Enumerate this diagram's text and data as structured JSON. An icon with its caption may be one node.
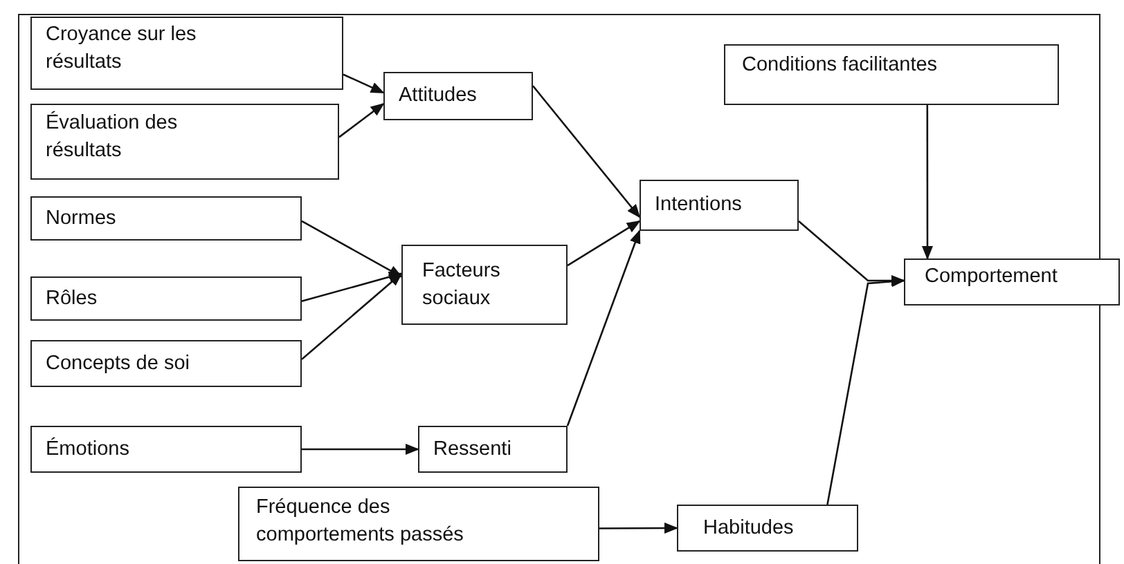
{
  "diagram": {
    "nodes": [
      {
        "text": [
          "Croyance sur les résultats"
        ]
      },
      {
        "text": [
          "Évaluation des résultats"
        ]
      },
      {
        "text": [
          "Attitudes"
        ]
      },
      {
        "text": [
          "Normes"
        ]
      },
      {
        "text": [
          "Rôles"
        ]
      },
      {
        "text": [
          "Concepts de soi"
        ]
      },
      {
        "text": [
          "Facteurs sociaux"
        ]
      },
      {
        "text": [
          "Intentions"
        ]
      },
      {
        "text": [
          "Conditions facilitantes"
        ]
      },
      {
        "text": [
          "Comportement"
        ]
      },
      {
        "text": [
          "Émotions"
        ]
      },
      {
        "text": [
          "Ressenti"
        ]
      },
      {
        "text": [
          "Fréquence des comportements passés"
        ]
      },
      {
        "text": [
          "Habitudes"
        ]
      }
    ],
    "edges": [
      {
        "from": 0,
        "to": 2,
        "arrow": "to"
      },
      {
        "from": 1,
        "to": 2,
        "arrow": "to"
      },
      {
        "from": 3,
        "to": 6,
        "arrow": "to"
      },
      {
        "from": 4,
        "to": 6,
        "arrow": "to"
      },
      {
        "from": 5,
        "to": 6,
        "arrow": "to"
      },
      {
        "from": 2,
        "to": 7,
        "arrow": "to"
      },
      {
        "from": 6,
        "to": 7,
        "arrow": "to"
      },
      {
        "from": 11,
        "to": 7,
        "arrow": "to"
      },
      {
        "from": 10,
        "to": 11,
        "arrow": "to"
      },
      {
        "from": 12,
        "to": 13,
        "arrow": "to"
      },
      {
        "from": 7,
        "to": 9,
        "arrow": "to"
      },
      {
        "from": 13,
        "to": 9,
        "arrow": "to"
      },
      {
        "from": 8,
        "to": 9,
        "arrow": "to"
      }
    ]
  }
}
